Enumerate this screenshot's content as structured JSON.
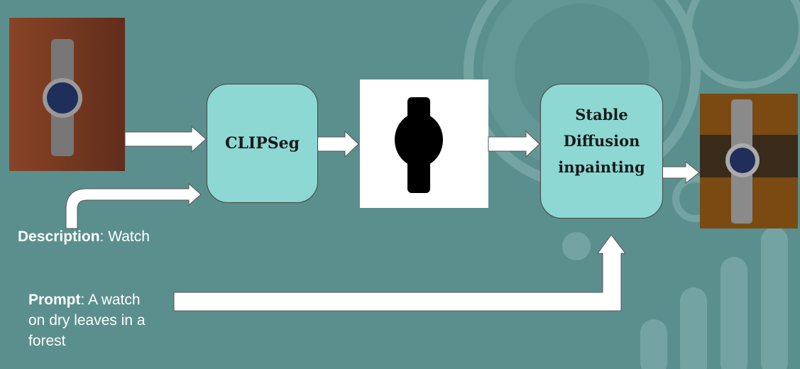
{
  "nodes": {
    "clipseg": "CLIPSeg",
    "sd_line1": "Stable",
    "sd_line2": "Diffusion",
    "sd_line3": "inpainting"
  },
  "inputs": {
    "description_key": "Description",
    "description_value": ": Watch",
    "prompt_key": "Prompt",
    "prompt_value_line1": ": A watch",
    "prompt_value_line2": "on dry leaves in a",
    "prompt_value_line3": "forest"
  },
  "colors": {
    "background": "#5a8f8d",
    "box": "#8dd8d3",
    "arrow": "#ffffff"
  }
}
